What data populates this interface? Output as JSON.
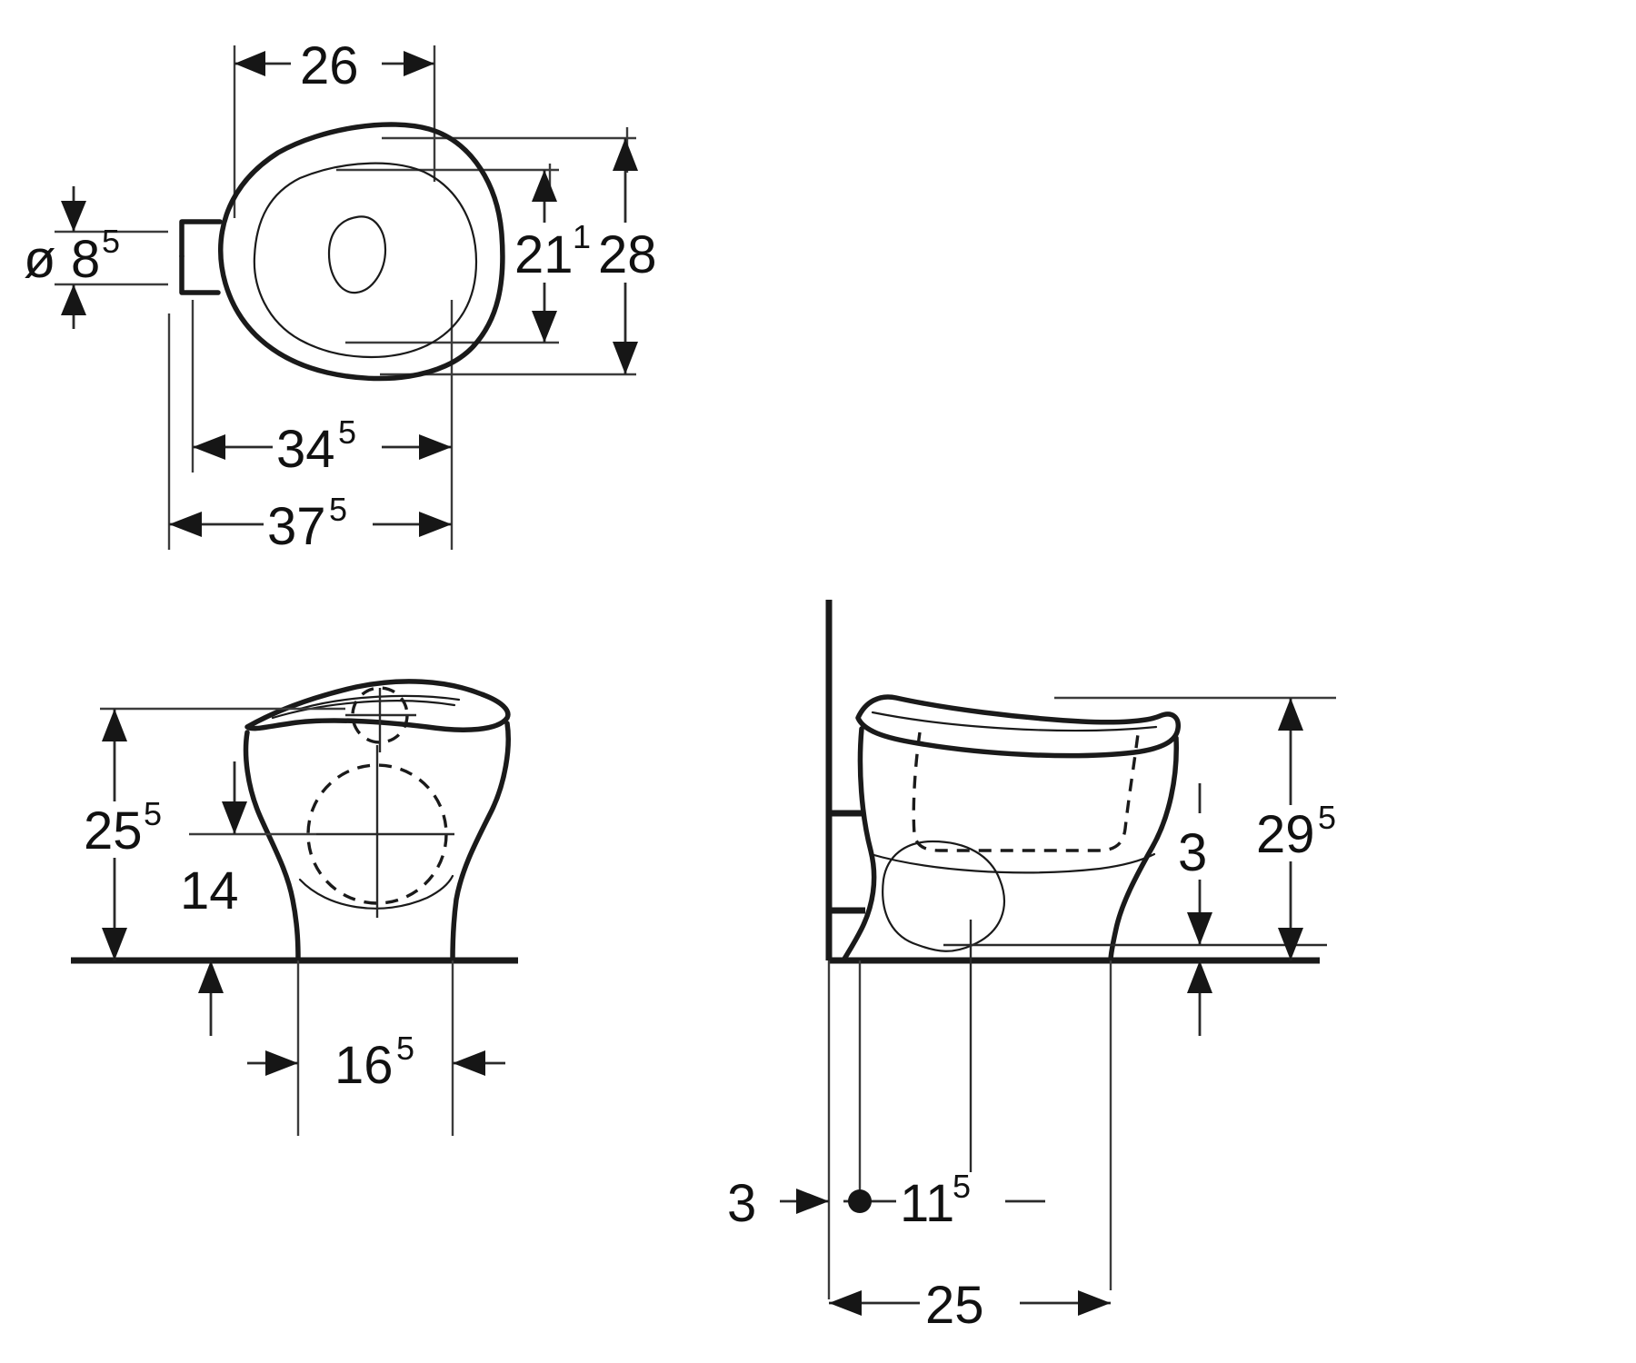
{
  "drawing": {
    "title": "Toilet pan technical dimension drawing",
    "units_note": "",
    "line_color": "#1a1a1a",
    "background": "#ffffff",
    "views": [
      {
        "name": "top-view",
        "label": "Top view"
      },
      {
        "name": "front-view",
        "label": "Front view"
      },
      {
        "name": "side-view",
        "label": "Side view"
      }
    ],
    "dimensions": {
      "top_view": [
        {
          "id": "d26",
          "value": "26",
          "sup": "",
          "prefix": "",
          "orientation": "horizontal"
        },
        {
          "id": "d8-5",
          "value": "8",
          "sup": "5",
          "prefix": "ø",
          "orientation": "vertical"
        },
        {
          "id": "d21-1",
          "value": "21",
          "sup": "1",
          "prefix": "",
          "orientation": "vertical"
        },
        {
          "id": "d28",
          "value": "28",
          "sup": "",
          "prefix": "",
          "orientation": "vertical"
        },
        {
          "id": "d34-5",
          "value": "34",
          "sup": "5",
          "prefix": "",
          "orientation": "horizontal"
        },
        {
          "id": "d37-5",
          "value": "37",
          "sup": "5",
          "prefix": "",
          "orientation": "horizontal"
        }
      ],
      "front_view": [
        {
          "id": "d25-5",
          "value": "25",
          "sup": "5",
          "prefix": "",
          "orientation": "vertical"
        },
        {
          "id": "d14",
          "value": "14",
          "sup": "",
          "prefix": "",
          "orientation": "vertical"
        },
        {
          "id": "d16-5",
          "value": "16",
          "sup": "5",
          "prefix": "",
          "orientation": "horizontal"
        }
      ],
      "side_view": [
        {
          "id": "d29-5",
          "value": "29",
          "sup": "5",
          "prefix": "",
          "orientation": "vertical"
        },
        {
          "id": "d3-right",
          "value": "3",
          "sup": "",
          "prefix": "",
          "orientation": "vertical"
        },
        {
          "id": "d3-left",
          "value": "3",
          "sup": "",
          "prefix": "",
          "orientation": "horizontal"
        },
        {
          "id": "d11-5",
          "value": "11",
          "sup": "5",
          "prefix": "",
          "orientation": "horizontal"
        },
        {
          "id": "d25",
          "value": "25",
          "sup": "",
          "prefix": "",
          "orientation": "horizontal"
        }
      ]
    }
  }
}
